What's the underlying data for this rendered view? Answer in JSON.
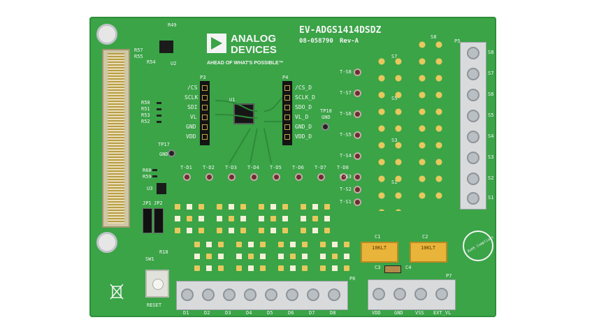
{
  "board": {
    "name": "EV-ADGS1414DSDZ",
    "part_number": "08-058790",
    "revision": "Rev-A",
    "logo_line1": "ANALOG",
    "logo_line2": "DEVICES",
    "tagline": "AHEAD OF WHAT'S POSSIBLE™"
  },
  "labels": {
    "u1": "U1",
    "u2": "U2",
    "u3": "U3",
    "r49": "R49",
    "r57": "R57",
    "r55": "R55",
    "r54": "R54",
    "r50": "R50",
    "r51": "R51",
    "r53": "R53",
    "r52": "R52",
    "r60": "R60",
    "r59": "R59",
    "r18": "R18",
    "p3": "P3",
    "p4": "P4",
    "p5": "P5",
    "p6": "P6",
    "p7": "P7",
    "tp17": "TP17",
    "tp18": "TP18",
    "gnd": "GND",
    "jp1": "JP1",
    "jp2": "JP2",
    "sw1": "SW1",
    "reset": "RESET",
    "c1": "C1",
    "c2": "C2",
    "c3": "C3",
    "c4": "C4"
  },
  "p3_pins": [
    "/CS",
    "SCLK",
    "SDI",
    "VL",
    "GND",
    "VDD"
  ],
  "p4_pins": [
    "/CS_D",
    "SCLK_D",
    "SDO_D",
    "VL_D",
    "GND_D",
    "VDD_D"
  ],
  "test_points_d": [
    "T-D1",
    "T-D2",
    "T-D3",
    "T-D4",
    "T-D5",
    "T-D6",
    "T-D7",
    "T-D8"
  ],
  "test_points_s": [
    "T-S8",
    "T-S7",
    "T-S6",
    "T-S5",
    "T-S4",
    "T-S3",
    "T-S2",
    "T-S1"
  ],
  "switch_labels": [
    "S8",
    "S7",
    "S6",
    "S5",
    "S4",
    "S3",
    "S2",
    "S1"
  ],
  "right_terminal_labels": [
    "S8",
    "S7",
    "S6",
    "S5",
    "S4",
    "S3",
    "S2",
    "S1"
  ],
  "bottom_terminal_labels": [
    "D1",
    "D2",
    "D3",
    "D4",
    "D5",
    "D6",
    "D7",
    "D8"
  ],
  "power_terminal_labels": [
    "VDD",
    "GND",
    "VSS",
    "EXT_VL"
  ],
  "cap_marking": "10KLT",
  "rohs_text": "RoHS Compliant"
}
